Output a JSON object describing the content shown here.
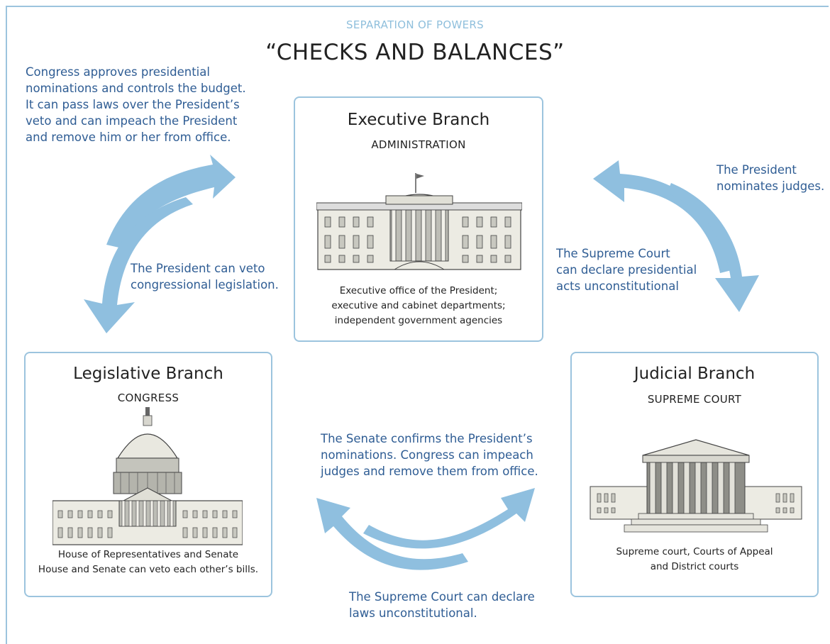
{
  "header": {
    "subtitle": "SEPARATION OF POWERS",
    "title": "“CHECKS AND BALANCES”"
  },
  "branches": {
    "executive": {
      "title": "Executive Branch",
      "subtitle": "ADMINISTRATION",
      "description": [
        "Executive office of the President;",
        "executive and cabinet departments;",
        "independent government agencies"
      ],
      "image_icon": "white-house-icon"
    },
    "legislative": {
      "title": "Legislative Branch",
      "subtitle": "CONGRESS",
      "description": [
        "House of Representatives and Senate",
        "House and Senate can veto each other’s bills."
      ],
      "image_icon": "capitol-icon"
    },
    "judicial": {
      "title": "Judicial Branch",
      "subtitle": "SUPREME COURT",
      "description": [
        "Supreme court, Courts of Appeal",
        "and District courts"
      ],
      "image_icon": "supreme-court-icon"
    }
  },
  "checks": {
    "congress_on_president": [
      "Congress approves presidential",
      "nominations and controls the budget.",
      "It can pass laws over the President’s",
      "veto and can impeach the President",
      "and remove him or her from office."
    ],
    "president_veto": [
      "The President can veto",
      "congressional legislation."
    ],
    "president_nominates": [
      "The President",
      "nominates judges."
    ],
    "court_on_president": [
      "The Supreme Court",
      "can declare presidential",
      "acts unconstitutional"
    ],
    "senate_confirms": [
      "The Senate confirms the President’s",
      "nominations. Congress can impeach",
      "judges and remove them from office."
    ],
    "court_on_laws": [
      "The Supreme Court can declare",
      "laws unconstitutional."
    ]
  },
  "colors": {
    "arrow": "#8fbfdf",
    "note_text": "#2f5d94",
    "border": "#9cc4de",
    "subtitle": "#8fbfdc"
  }
}
